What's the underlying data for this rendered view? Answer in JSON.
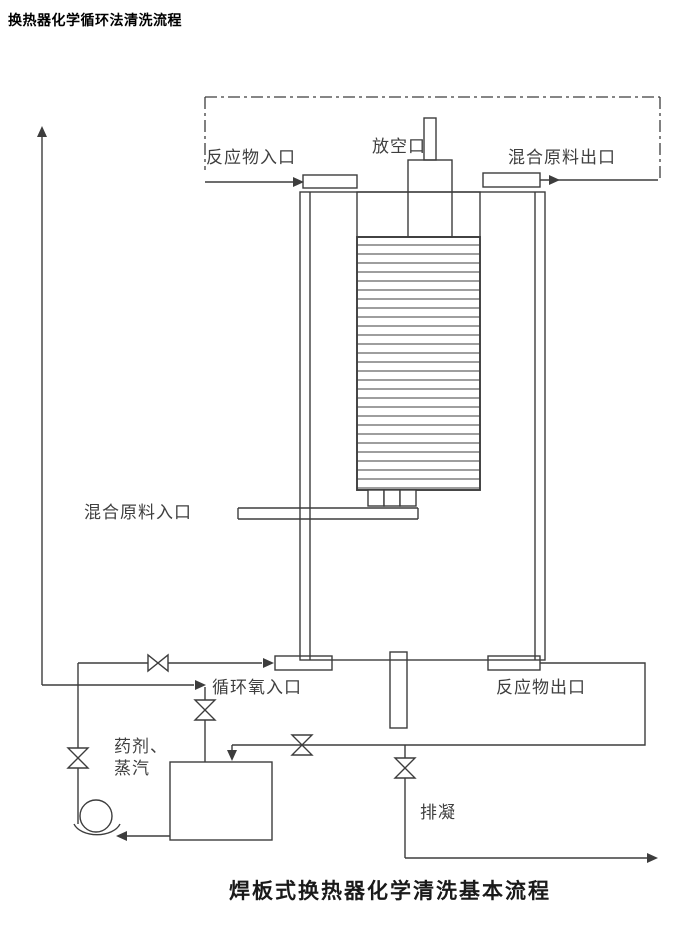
{
  "page": {
    "title": "换热器化学循环法清洗流程",
    "caption": "焊板式换热器化学清洗基本流程"
  },
  "labels": {
    "vent": "放空口",
    "reactant_inlet": "反应物入口",
    "mixed_outlet": "混合原料出口",
    "mixed_inlet": "混合原料入口",
    "circulation_inlet": "循环氧入口",
    "reactant_outlet": "反应物出口",
    "chemical_line1": "药剂、",
    "chemical_line2": "蒸汽",
    "drain": "排凝"
  },
  "colors": {
    "line": "#3d3d3d",
    "text": "#3f3f3f",
    "background": "#ffffff",
    "title": "#000000",
    "caption": "#1a1a1a"
  }
}
